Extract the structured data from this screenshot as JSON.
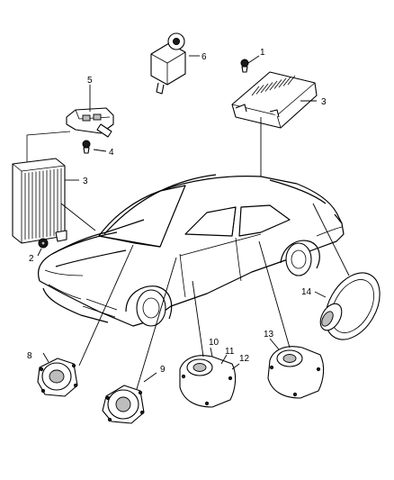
{
  "callouts": {
    "c1": "1",
    "c2": "2",
    "c3a": "3",
    "c3b": "3",
    "c4": "4",
    "c5": "5",
    "c6": "6",
    "c8": "8",
    "c9": "9",
    "c10": "10",
    "c11": "11",
    "c12": "12",
    "c13": "13",
    "c14": "14"
  }
}
